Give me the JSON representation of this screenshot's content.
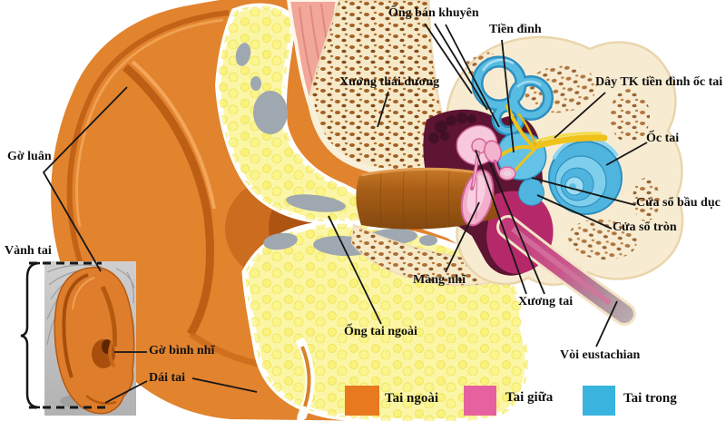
{
  "labels": {
    "ong_ban_khuyen": "Ống bán khuyên",
    "tien_dinh": "Tiền đình",
    "xuong_thai_duong": "Xương thái dương",
    "day_tk_tien_dinh_oc_tai": "Dây TK tiền đình ốc tai",
    "oc_tai": "Ốc tai",
    "cua_so_bau_duc": "Cửa sổ bầu dục",
    "cua_so_tron": "Cửa sổ tròn",
    "go_luan": "Gờ luân",
    "vanh_tai": "Vành tai",
    "go_binh_nhi": "Gờ bình nhĩ",
    "dai_tai": "Dái tai",
    "mang_nhi": "Màng nhĩ",
    "xuong_tai": "Xương tai",
    "ong_tai_ngoai": "Ống tai ngoài",
    "voi_eustachian": "Vòi eustachian"
  },
  "legend": {
    "items": [
      {
        "label": "Tai ngoài",
        "color": "#E8791F"
      },
      {
        "label": "Tai giữa",
        "color": "#E6619F"
      },
      {
        "label": "Tai trong",
        "color": "#38B4DF"
      }
    ]
  },
  "palette": {
    "outer_ear": "#E2832E",
    "middle_ear": "#B5296B",
    "inner_ear": "#4FB5DE",
    "fat_tissue": "#FBF6A6",
    "bone": "#F6E9C8",
    "nerve": "#EFC31C",
    "cavity": "#5E1433"
  }
}
